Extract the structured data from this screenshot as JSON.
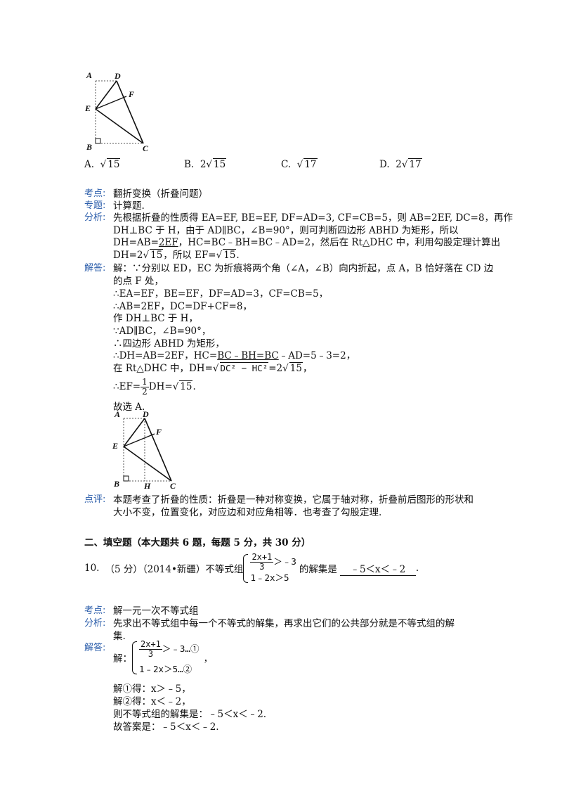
{
  "figure1": {
    "labels": {
      "A": "A",
      "D": "D",
      "F": "F",
      "E": "E",
      "B": "B",
      "C": "C"
    }
  },
  "choices": {
    "a_prefix": "A.",
    "a_coef": "",
    "a_rad": "15",
    "b_prefix": "B.",
    "b_coef": "2",
    "b_rad": "15",
    "c_prefix": "C.",
    "c_coef": "",
    "c_rad": "17",
    "d_prefix": "D.",
    "d_coef": "2",
    "d_rad": "17"
  },
  "q9": {
    "kaodian_label": "考点:",
    "kaodian_text": "翻折变换（折叠问题）",
    "zhuanti_label": "专题:",
    "zhuanti_text": "计算题.",
    "fenxi_label": "分析:",
    "fenxi_l1": "先根据折叠的性质得 EA=EF, BE=EF, DF=AD=3, CF=CB=5，则 AB=2EF, DC=8，再作",
    "fenxi_l2": "DH⊥BC 于 H，由于 AD∥BC，∠B=90°，则可判断四边形 ABHD 为矩形，所以",
    "fenxi_l3a": "DH=AB=",
    "fenxi_l3u": "2EF",
    "fenxi_l3b": "，HC=BC",
    "fenxi_l3c": "﹣BH=BC﹣AD=2，然后在 Rt△DHC 中，利用勾股定理计算出",
    "fenxi_l4a": "DH=2",
    "fenxi_l4r": "15",
    "fenxi_l4b": "，所以 EF=",
    "fenxi_l4r2": "15",
    "fenxi_l4c": ".",
    "jieda_label": "解答:",
    "jd_l1": "解：∵分别以 ED，EC 为折痕将两个角（∠A，∠B）向内折起，点 A，B 恰好落在 CD 边",
    "jd_l2": "的点 F 处，",
    "jd_l3": "∴EA=EF，BE=EF，DF=AD=3，CF=CB=5，",
    "jd_l4": "∴AB=2EF，DC=DF+CF=8，",
    "jd_l5": "作 DH⊥BC 于 H，",
    "jd_l6": "∵AD∥BC，∠B=90°，",
    "jd_l7": "∴四边形 ABHD 为矩形，",
    "jd_l8a": "∴DH=AB=2EF，HC=",
    "jd_l8u": "BC﹣BH=BC",
    "jd_l8b": "﹣AD=5﹣3=2，",
    "jd_l9a": "在 Rt△DHC 中，DH=",
    "jd_l9r": "DC² − HC²",
    "jd_l9b": "=2",
    "jd_l9r2": "15",
    "jd_l9c": "，",
    "jd_l10a": "∴EF=",
    "jd_l10num": "1",
    "jd_l10den": "2",
    "jd_l10b": "DH=",
    "jd_l10r": "15",
    "jd_l10c": ".",
    "jd_l11": "故选 A.",
    "dianping_label": "点评:",
    "dp_l1": "本题考查了折叠的性质：折叠是一种对称变换，它属于轴对称，折叠前后图形的形状和",
    "dp_l2": "大小不变，位置变化，对应边和对应角相等．也考查了勾股定理."
  },
  "figure2": {
    "labels": {
      "A": "A",
      "D": "D",
      "F": "F",
      "E": "E",
      "B": "B",
      "H": "H",
      "C": "C"
    }
  },
  "section2": {
    "heading": "二、填空题（本大题共 6 题，每题 5 分，共 30 分）"
  },
  "q10": {
    "number": "10.",
    "meta": "（5 分）（2014•新疆）不等式组",
    "ineq1_num": "2x+1",
    "ineq1_den": "3",
    "ineq1_rest": "＞﹣3",
    "ineq2": "1﹣2x＞5",
    "suffix": "的解集是",
    "answer": "﹣5＜x＜﹣2",
    "end": ".",
    "kaodian_label": "考点:",
    "kaodian_text": "解一元一次不等式组",
    "fenxi_label": "分析:",
    "fenxi_l1": "先求出不等式组中每一个不等式的解集，再求出它们的公共部分就是不等式组的解",
    "fenxi_l2": "集.",
    "jieda_label": "解答:",
    "jd_prefix": "解：",
    "jd_ineq1_num": "2x+1",
    "jd_ineq1_den": "3",
    "jd_ineq1_rest": "＞﹣3…①",
    "jd_ineq2": "1﹣2x＞5…②",
    "jd_comma": "，",
    "jd_l2": "解①得：x＞﹣5，",
    "jd_l3": "解②得：x＜﹣2，",
    "jd_l4": "则不等式组的解集是：﹣5＜x＜﹣2.",
    "jd_l5": "故答案是：﹣5＜x＜﹣2."
  }
}
